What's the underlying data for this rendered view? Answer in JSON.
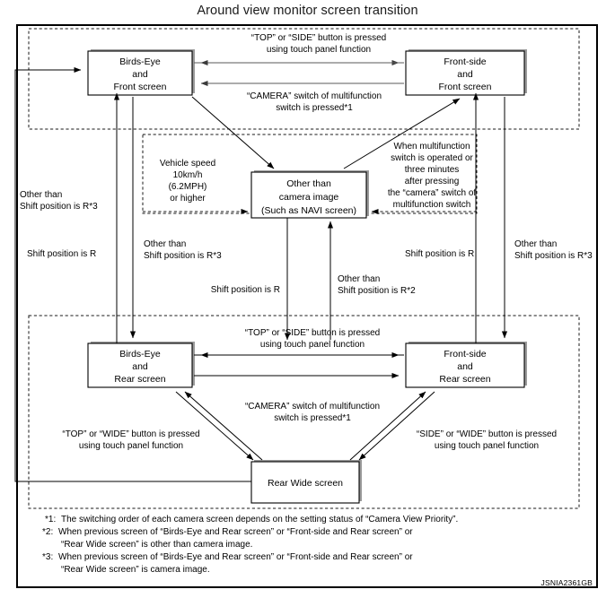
{
  "figure": {
    "title": "Around view monitor screen transition",
    "reference_code": "JSNIA2361GB"
  },
  "nodes": {
    "birds_eye_front": {
      "line1": "Birds-Eye",
      "line2": "and",
      "line3": "Front screen"
    },
    "front_side_front": {
      "line1": "Front-side",
      "line2": "and",
      "line3": "Front screen"
    },
    "other_than_camera": {
      "line1": "Other than",
      "line2": "camera image",
      "line3": "(Such as NAVI screen)"
    },
    "birds_eye_rear": {
      "line1": "Birds-Eye",
      "line2": "and",
      "line3": "Rear screen"
    },
    "front_side_rear": {
      "line1": "Front-side",
      "line2": "and",
      "line3": "Rear screen"
    },
    "rear_wide": {
      "line1": "Rear Wide screen"
    }
  },
  "edge_labels": {
    "top_touch_panel": {
      "line1": "“TOP” or “SIDE” button is pressed",
      "line2": "using touch panel function"
    },
    "top_camera_switch": {
      "line1": "“CAMERA” switch of multifunction",
      "line2": "switch is pressed*1"
    },
    "vehicle_speed": {
      "line1": "Vehicle speed",
      "line2": "10km/h",
      "line3": "(6.2MPH)",
      "line4": "or higher"
    },
    "multifunction_timeout": {
      "line1": "When multifunction",
      "line2": "switch is operated or",
      "line3": "three minutes",
      "line4": "after pressing",
      "line5": "the “camera” switch of",
      "line6": "multifunction switch"
    },
    "left_other_than_r3": {
      "line1": "Other than",
      "line2": "Shift position is R*3"
    },
    "left_shift_r": {
      "line1": "Shift position is R"
    },
    "inner_left_other_than_r3": {
      "line1": "Other than",
      "line2": "Shift position is R*3"
    },
    "inner_left_shift_r": {
      "line1": "Shift position is R"
    },
    "inner_right_other_than_r2": {
      "line1": "Other than",
      "line2": "Shift position is R*2"
    },
    "inner_right_shift_r": {
      "line1": "Shift position is R"
    },
    "right_other_than_r3": {
      "line1": "Other than",
      "line2": "Shift position is R*3"
    },
    "bottom_touch_panel": {
      "line1": "“TOP” or “SIDE” button is pressed",
      "line2": "using touch panel function"
    },
    "bottom_camera_switch": {
      "line1": "“CAMERA” switch of multifunction",
      "line2": "switch is pressed*1"
    },
    "bottom_left_top_wide": {
      "line1": "“TOP” or “WIDE” button is pressed",
      "line2": "using touch panel function"
    },
    "bottom_right_side_wide": {
      "line1": "“SIDE” or “WIDE” button is pressed",
      "line2": "using touch panel function"
    }
  },
  "notes": [
    {
      "marker": "*1:",
      "lines": [
        "The switching order of each camera screen depends on the setting status of “Camera View Priority”."
      ]
    },
    {
      "marker": "*2:",
      "lines": [
        "When previous screen of “Birds-Eye and Rear screen” or “Front-side and Rear screen” or",
        "“Rear Wide screen” is other than camera image."
      ]
    },
    {
      "marker": "*3:",
      "lines": [
        "When previous screen of “Birds-Eye and Rear screen” or “Front-side and Rear screen” or",
        "“Rear Wide screen” is camera image."
      ]
    }
  ],
  "colors": {
    "stroke": "#000000",
    "gray_stroke": "#5a5a5a",
    "shadow": "#9a9a9a",
    "background": "#ffffff"
  }
}
